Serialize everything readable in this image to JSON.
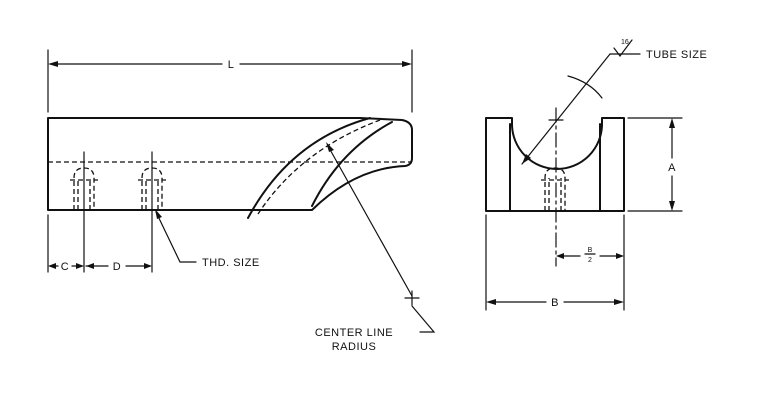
{
  "labels": {
    "length": "L",
    "dim_c": "C",
    "dim_d": "D",
    "thread": "THD. SIZE",
    "centerline_line1": "CENTER LINE",
    "centerline_line2": "RADIUS",
    "tube": "TUBE SIZE",
    "dim_a": "A",
    "dim_b": "B",
    "half_b_num": "B",
    "half_b_den": "2",
    "callout_mark": "16"
  }
}
